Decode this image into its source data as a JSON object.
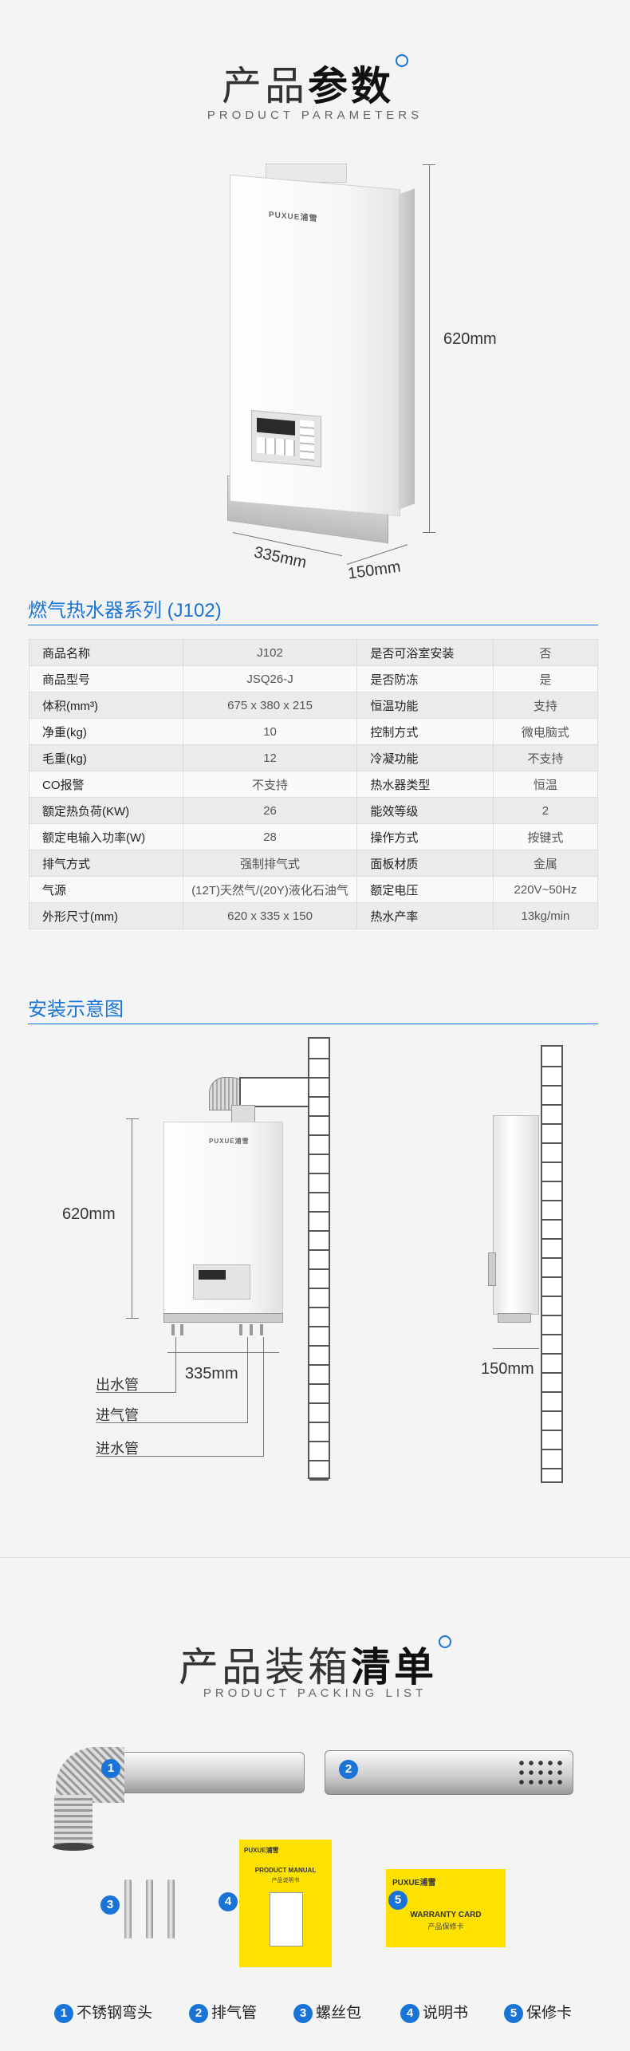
{
  "params": {
    "title_light": "产品",
    "title_bold": "参数",
    "subtitle": "PRODUCT PARAMETERS"
  },
  "product_dims": {
    "height": "620mm",
    "width": "335mm",
    "depth": "150mm"
  },
  "brand": "PUXUE浦雪",
  "series_title": "燃气热水器系列 (J102)",
  "specs": [
    {
      "k1": "商品名称",
      "v1": "J102",
      "k2": "是否可浴室安装",
      "v2": "否"
    },
    {
      "k1": "商品型号",
      "v1": "JSQ26-J",
      "k2": "是否防冻",
      "v2": "是"
    },
    {
      "k1": "体积(mm³)",
      "v1": "675 x 380 x 215",
      "k2": "恒温功能",
      "v2": "支持"
    },
    {
      "k1": "净重(kg)",
      "v1": "10",
      "k2": "控制方式",
      "v2": "微电脑式"
    },
    {
      "k1": "毛重(kg)",
      "v1": "12",
      "k2": "冷凝功能",
      "v2": "不支持"
    },
    {
      "k1": "CO报警",
      "v1": "不支持",
      "k2": "热水器类型",
      "v2": "恒温"
    },
    {
      "k1": "额定热负荷(KW)",
      "v1": "26",
      "k2": "能效等级",
      "v2": "2"
    },
    {
      "k1": "额定电输入功率(W)",
      "v1": "28",
      "k2": "操作方式",
      "v2": "按键式"
    },
    {
      "k1": "排气方式",
      "v1": "强制排气式",
      "k2": "面板材质",
      "v2": "金属"
    },
    {
      "k1": "气源",
      "v1": "(12T)天然气/(20Y)液化石油气",
      "k2": "额定电压",
      "v2": "220V~50Hz"
    },
    {
      "k1": "外形尺寸(mm)",
      "v1": "620 x 335 x 150",
      "k2": "热水产率",
      "v2": "13kg/min"
    }
  ],
  "install": {
    "title": "安装示意图",
    "height": "620mm",
    "width": "335mm",
    "depth": "150mm",
    "labels": [
      "出水管",
      "进气管",
      "进水管"
    ]
  },
  "packing": {
    "title_light": "产品装箱",
    "title_bold": "清单",
    "subtitle": "PRODUCT PACKING LIST",
    "manual": {
      "title": "PRODUCT MANUAL",
      "sub": "产品说明书"
    },
    "warranty": {
      "title": "WARRANTY CARD",
      "sub": "产品保修卡"
    },
    "items": [
      {
        "num": "1",
        "label": "不锈钢弯头"
      },
      {
        "num": "2",
        "label": "排气管"
      },
      {
        "num": "3",
        "label": "螺丝包"
      },
      {
        "num": "4",
        "label": "说明书"
      },
      {
        "num": "5",
        "label": "保修卡"
      }
    ]
  },
  "colors": {
    "accent": "#1a74d8",
    "card": "#ffe100"
  }
}
